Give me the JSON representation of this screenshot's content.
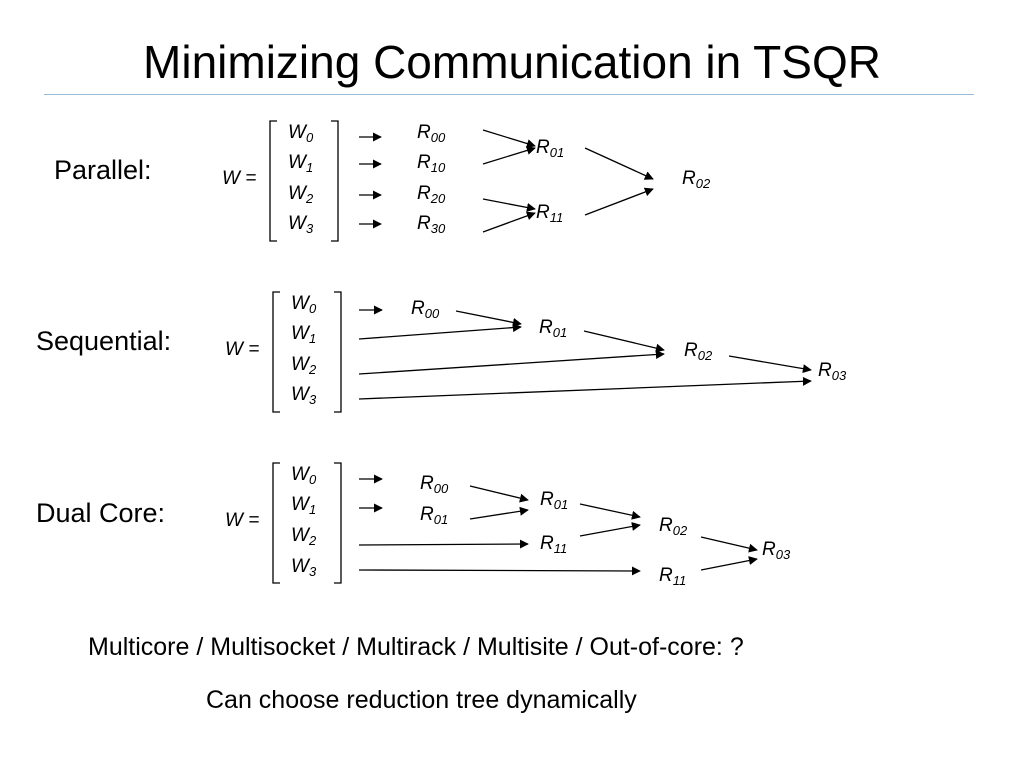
{
  "title": "Minimizing Communication in TSQR",
  "sections": {
    "parallel": {
      "label": "Parallel:",
      "w_eq": "W =",
      "blocks": [
        {
          "base": "W",
          "sub": "0"
        },
        {
          "base": "W",
          "sub": "1"
        },
        {
          "base": "W",
          "sub": "2"
        },
        {
          "base": "W",
          "sub": "3"
        }
      ],
      "nodes": {
        "r00": {
          "base": "R",
          "sub": "00"
        },
        "r10": {
          "base": "R",
          "sub": "10"
        },
        "r20": {
          "base": "R",
          "sub": "20"
        },
        "r30": {
          "base": "R",
          "sub": "30"
        },
        "r01": {
          "base": "R",
          "sub": "01"
        },
        "r11": {
          "base": "R",
          "sub": "11"
        },
        "r02": {
          "base": "R",
          "sub": "02"
        }
      }
    },
    "sequential": {
      "label": "Sequential:",
      "w_eq": "W =",
      "blocks": [
        {
          "base": "W",
          "sub": "0"
        },
        {
          "base": "W",
          "sub": "1"
        },
        {
          "base": "W",
          "sub": "2"
        },
        {
          "base": "W",
          "sub": "3"
        }
      ],
      "nodes": {
        "r00": {
          "base": "R",
          "sub": "00"
        },
        "r01": {
          "base": "R",
          "sub": "01"
        },
        "r02": {
          "base": "R",
          "sub": "02"
        },
        "r03": {
          "base": "R",
          "sub": "03"
        }
      }
    },
    "dual_core": {
      "label": "Dual Core:",
      "w_eq": "W =",
      "blocks": [
        {
          "base": "W",
          "sub": "0"
        },
        {
          "base": "W",
          "sub": "1"
        },
        {
          "base": "W",
          "sub": "2"
        },
        {
          "base": "W",
          "sub": "3"
        }
      ],
      "nodes": {
        "r00": {
          "base": "R",
          "sub": "00"
        },
        "r01a": {
          "base": "R",
          "sub": "01"
        },
        "r01b": {
          "base": "R",
          "sub": "01"
        },
        "r11a": {
          "base": "R",
          "sub": "11"
        },
        "r02": {
          "base": "R",
          "sub": "02"
        },
        "r11b": {
          "base": "R",
          "sub": "11"
        },
        "r03": {
          "base": "R",
          "sub": "03"
        }
      }
    }
  },
  "footer": {
    "line1": "Multicore / Multisocket / Multirack / Multisite / Out-of-core:  ?",
    "line2": "Can choose reduction tree dynamically"
  }
}
